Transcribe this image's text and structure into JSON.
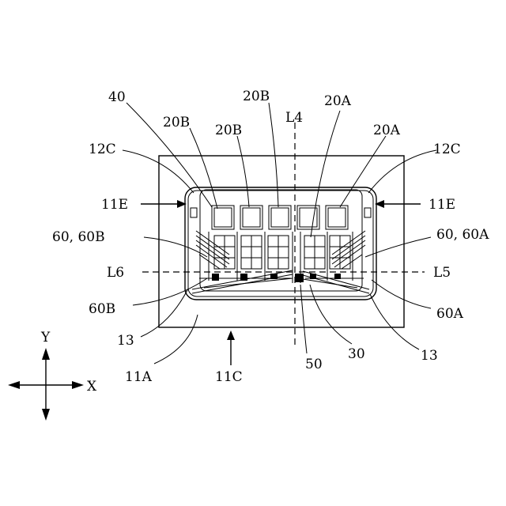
{
  "figure": {
    "labels": {
      "l40": "40",
      "l20B_a": "20B",
      "l20B_b": "20B",
      "l20B_c": "20B",
      "l20A_a": "20A",
      "l20A_b": "20A",
      "l12C_left": "12C",
      "l12C_right": "12C",
      "lL4": "L4",
      "l11E_left": "11E",
      "l11E_right": "11E",
      "l60_60B": "60, 60B",
      "l60_60A": "60, 60A",
      "lL6": "L6",
      "lL5": "L5",
      "l60B": "60B",
      "l60A": "60A",
      "l13_left": "13",
      "l13_right": "13",
      "l11A": "11A",
      "l11C": "11C",
      "l50": "50",
      "l30": "30",
      "lY": "Y",
      "lX": "X"
    }
  }
}
